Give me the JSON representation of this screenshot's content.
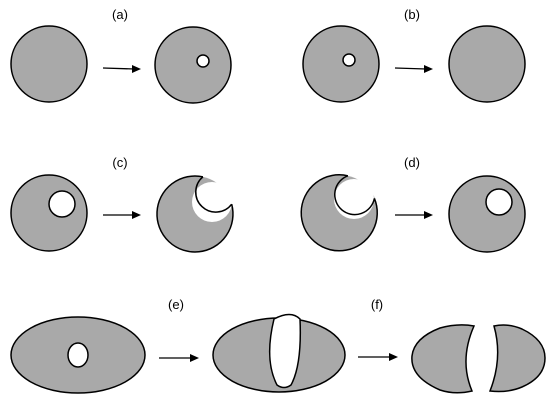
{
  "panels": {
    "a": {
      "label": "(a)"
    },
    "b": {
      "label": "(b)"
    },
    "c": {
      "label": "(c)"
    },
    "d": {
      "label": "(d)"
    },
    "e": {
      "label": "(e)"
    },
    "f": {
      "label": "(f)"
    }
  },
  "colors": {
    "shape_fill": "#a9a9a9",
    "stroke": "#000000",
    "hole_fill": "#ffffff"
  }
}
